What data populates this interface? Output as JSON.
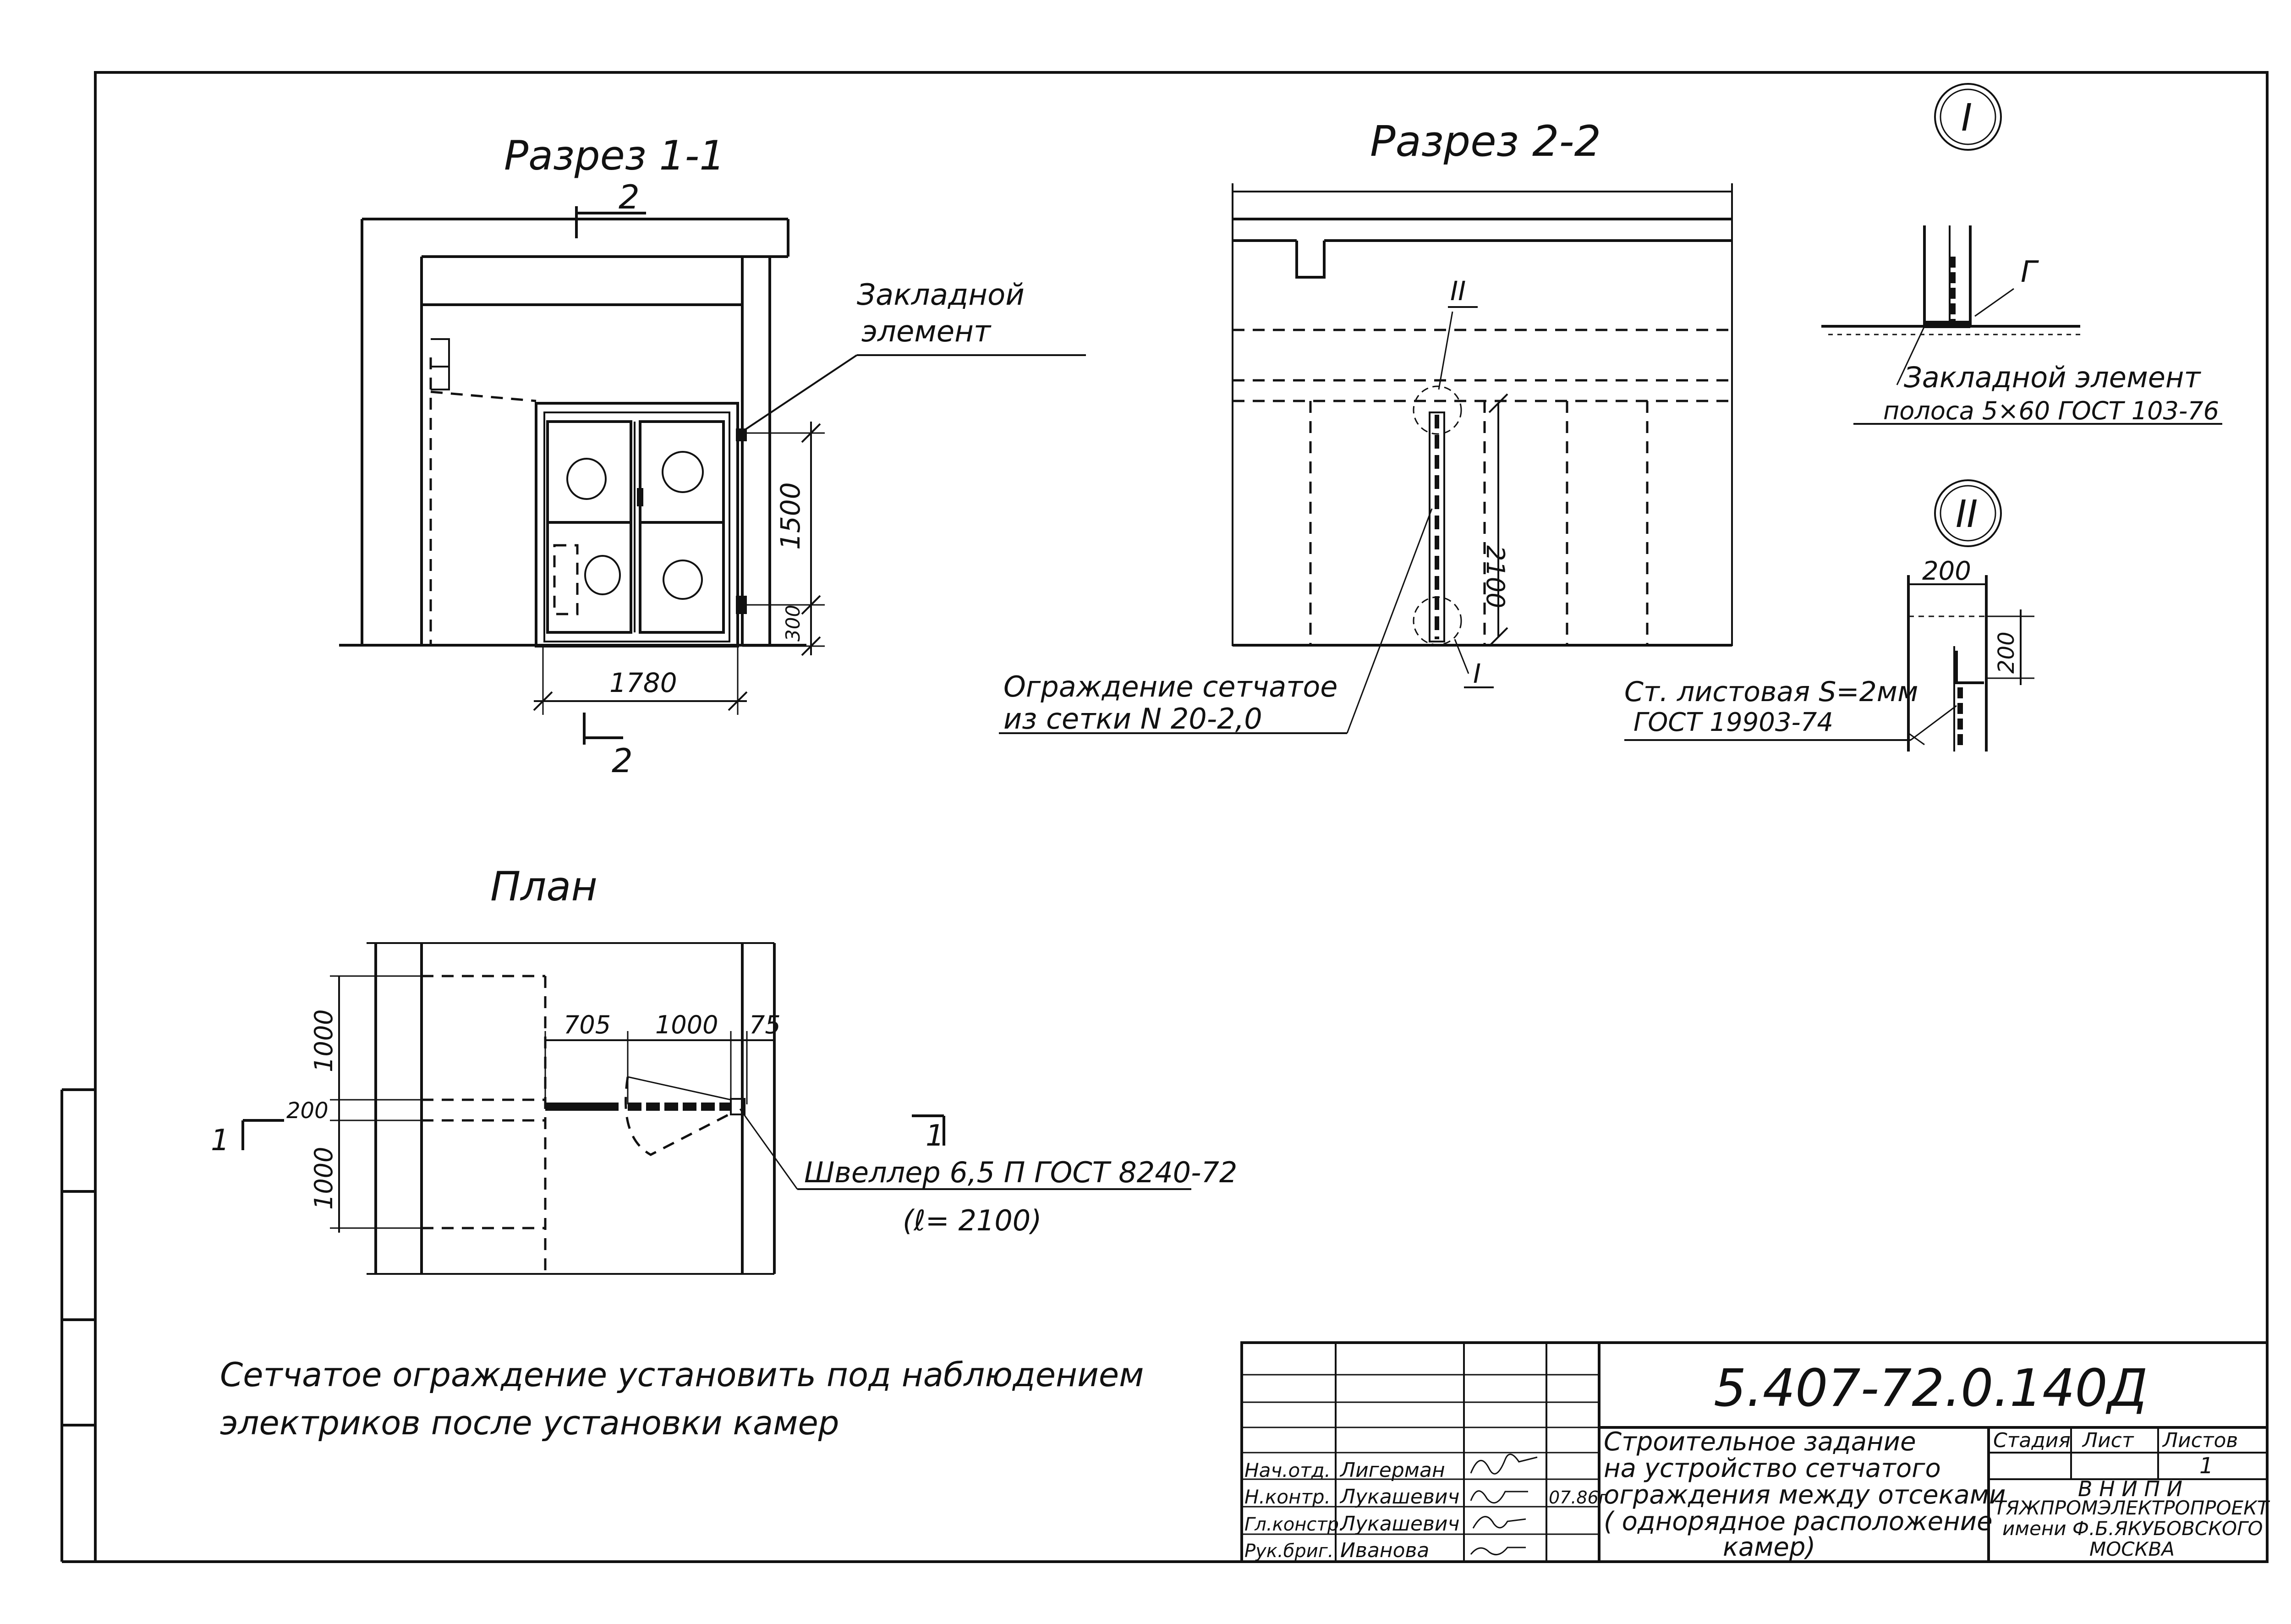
{
  "section_1": {
    "title": "Разрез 1-1",
    "cut_mark_top": "2",
    "cut_mark_bottom": "2",
    "embedded_label_line1": "Закладной",
    "embedded_label_line2": "элемент",
    "dim_height": "1500",
    "dim_base": "300",
    "dim_width": "1780"
  },
  "section_2": {
    "title": "Разрез 2-2",
    "detail_mark_top": "II",
    "detail_mark_bottom": "I",
    "dim_height": "2100",
    "fence_label_line1": "Ограждение сетчатое",
    "fence_label_line2": "из сетки  N 20-2,0"
  },
  "detail_1": {
    "mark": "I",
    "letter": "Г",
    "label_line1": "Закладной элемент",
    "label_line2": "полоса 5×60 ГОСТ 103-76"
  },
  "detail_2": {
    "mark": "II",
    "dim_width": "200",
    "dim_height": "200",
    "label_line1": "Ст. листовая S=2мм",
    "label_line2": "ГОСТ 19903-74"
  },
  "plan": {
    "title": "План",
    "dim_top_1": "705",
    "dim_top_2": "1000",
    "dim_top_3": "75",
    "dim_left_1": "1000",
    "dim_left_2": "200",
    "dim_left_3": "1000",
    "cut_left": "1",
    "cut_right": "1",
    "channel_label": "Швеллер 6,5 П  ГОСТ 8240-72",
    "channel_length": "(ℓ= 2100)"
  },
  "note": {
    "line1": "Сетчатое ограждение установить под наблюдением",
    "line2": "электриков  после установки камер"
  },
  "title_block": {
    "doc_number": "5.407-72.0.140Д",
    "title_line1": "Строительное задание",
    "title_line2": "на устройство сетчатого",
    "title_line3": "ограждения между отсеками",
    "title_line4": "( однорядное  расположение",
    "title_line5": "камер)",
    "col_stage": "Стадия",
    "col_sheet": "Лист",
    "col_sheets": "Листов",
    "sheet_value": "1",
    "org_line1": "В Н И П И",
    "org_line2": "ТЯЖПРОМЭЛЕКТРОПРОЕКТ",
    "org_line3": "имени Ф.Б.ЯКУБОВСКОГО",
    "org_line4": "МОСКВА",
    "date": "07.86г",
    "roles": [
      {
        "role": "Нач.отд.",
        "name": "Лигерман"
      },
      {
        "role": "Н.контр.",
        "name": "Лукашевич"
      },
      {
        "role": "Гл.констр.",
        "name": "Лукашевич"
      },
      {
        "role": "Рук.бриг.",
        "name": "Иванова"
      }
    ]
  }
}
